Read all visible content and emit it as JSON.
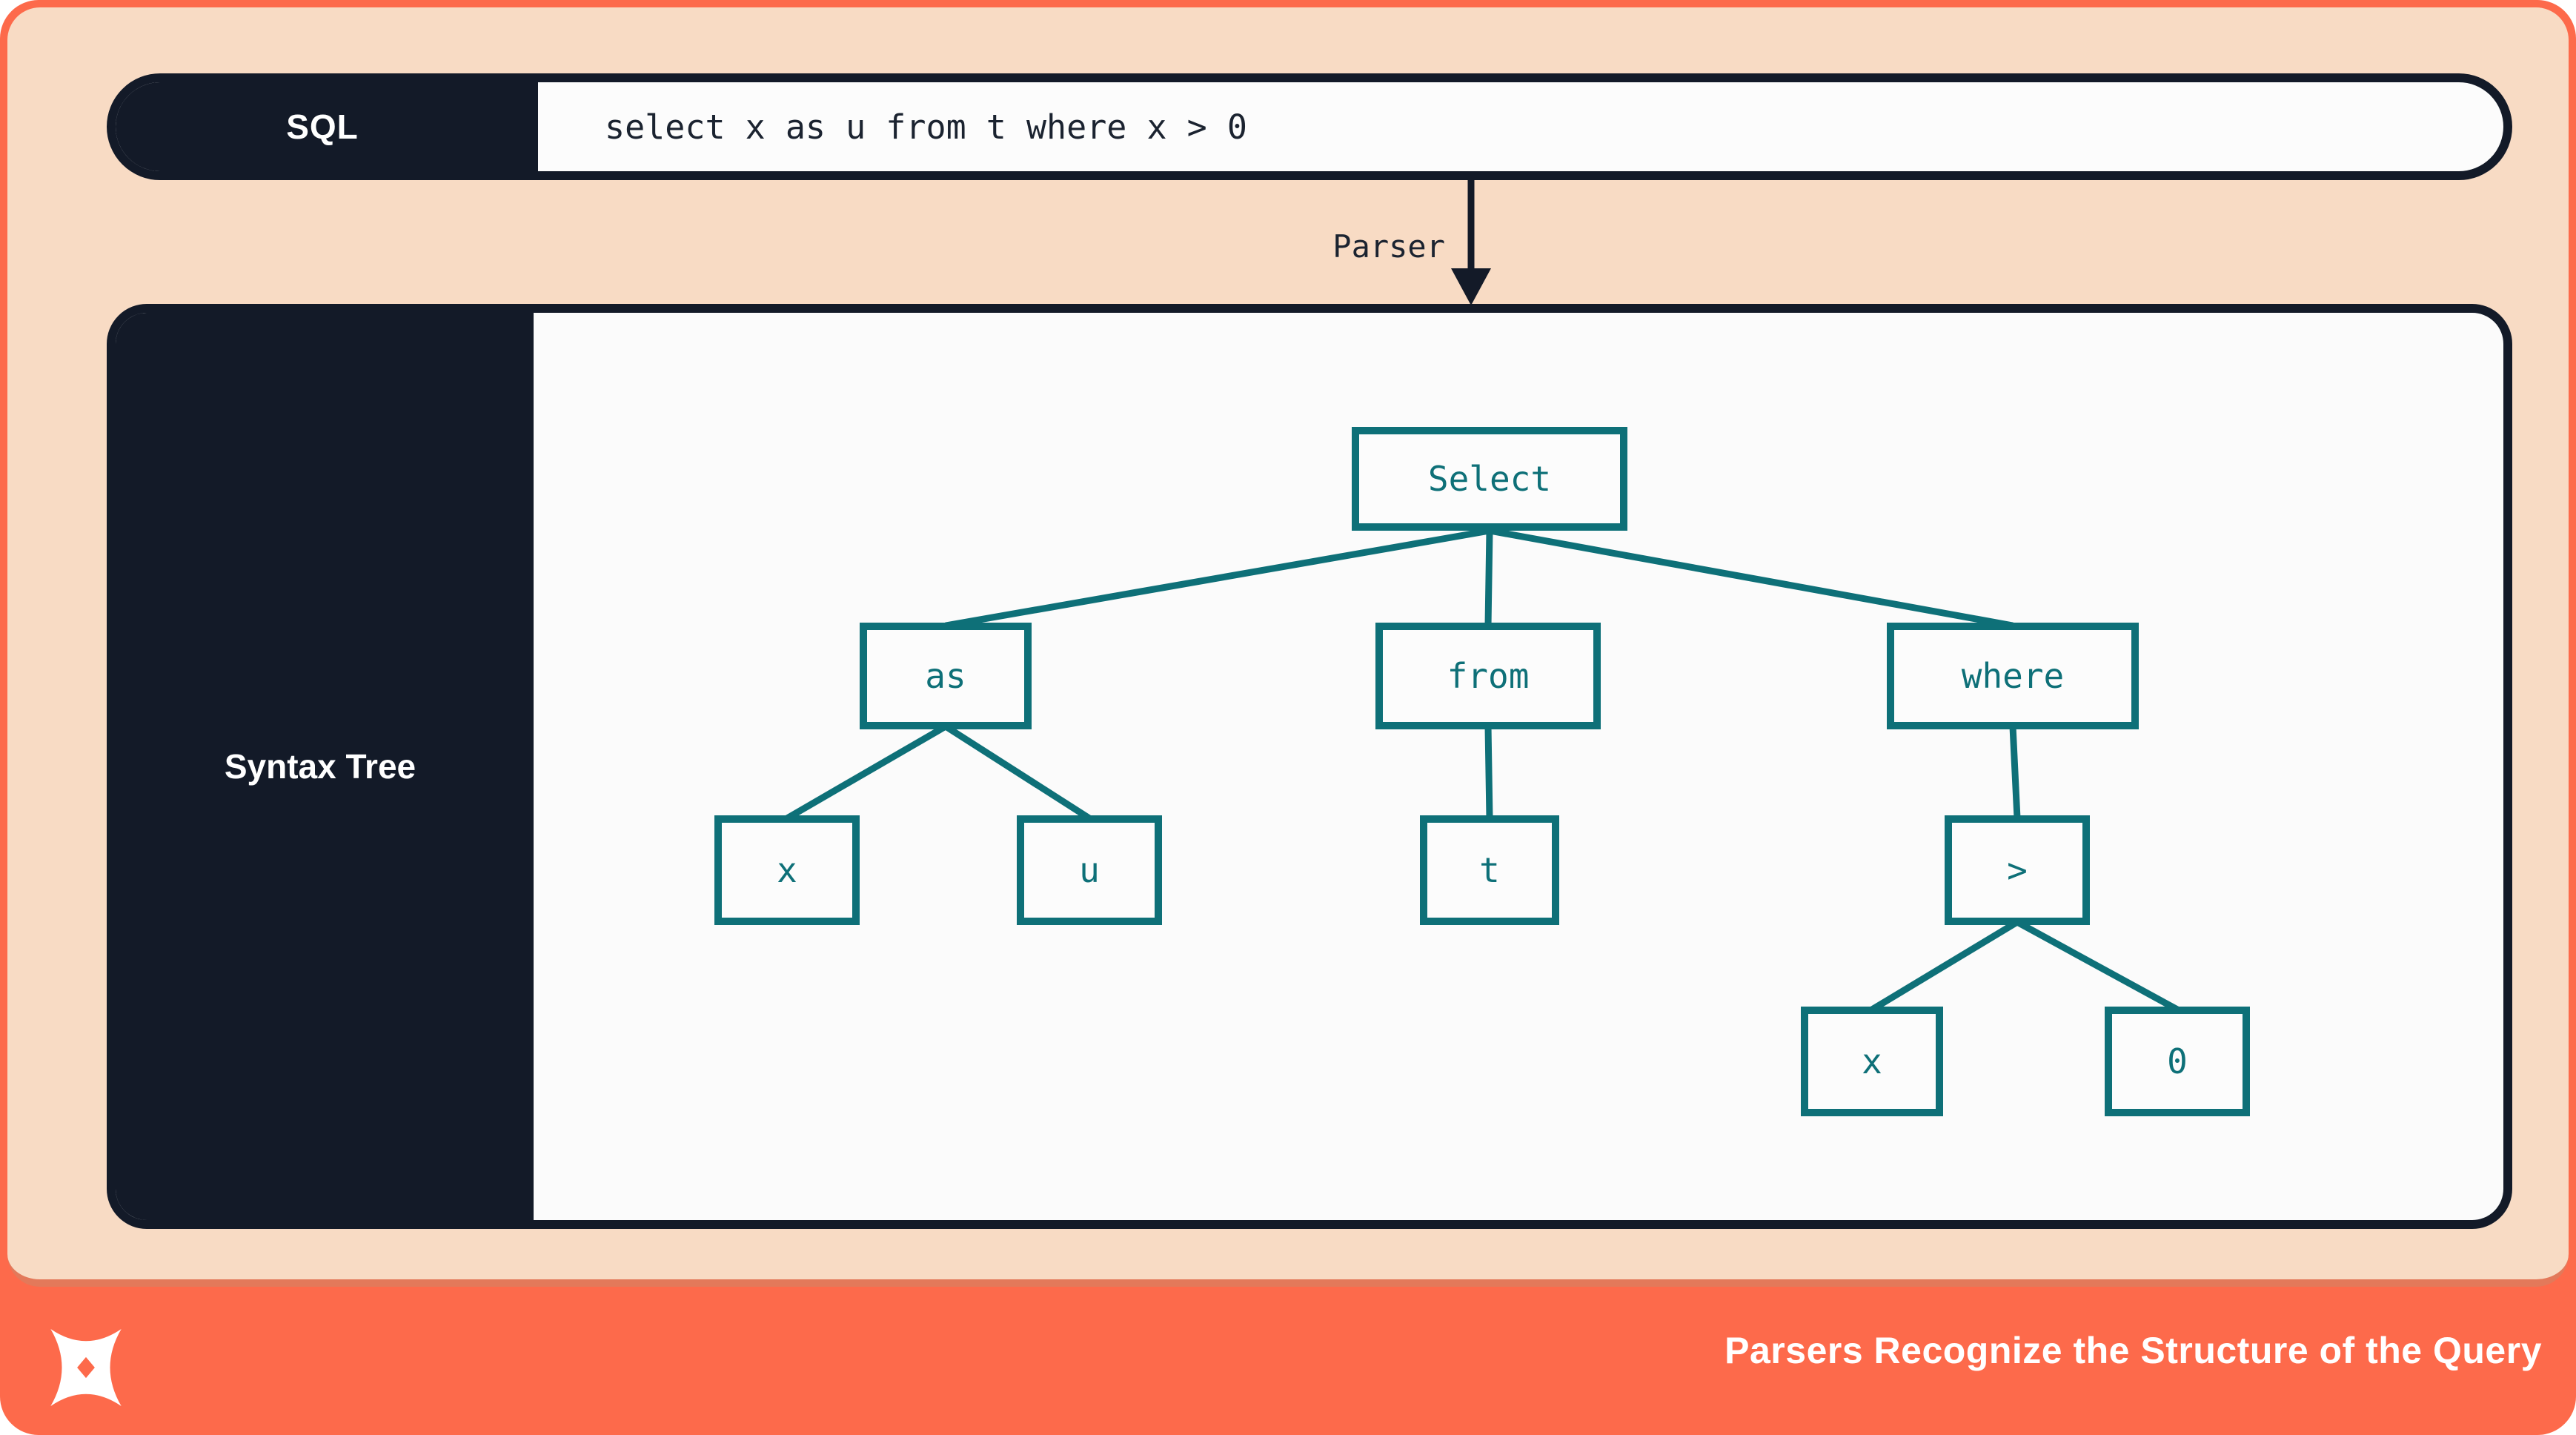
{
  "sql_bar": {
    "label": "SQL",
    "query": "select x as u from t where x > 0"
  },
  "parser_arrow": {
    "label": "Parser"
  },
  "syntax_tree_panel": {
    "label": "Syntax Tree",
    "nodes": [
      {
        "id": "select",
        "label": "Select"
      },
      {
        "id": "as",
        "label": "as"
      },
      {
        "id": "from",
        "label": "from"
      },
      {
        "id": "where",
        "label": "where"
      },
      {
        "id": "x-alias-source",
        "label": "x"
      },
      {
        "id": "u-alias-target",
        "label": "u"
      },
      {
        "id": "t-table",
        "label": "t"
      },
      {
        "id": "gt-operator",
        "label": ">"
      },
      {
        "id": "x-operand",
        "label": "x"
      },
      {
        "id": "zero-operand",
        "label": "0"
      }
    ],
    "edges": [
      {
        "from": "select",
        "to": "as"
      },
      {
        "from": "select",
        "to": "from"
      },
      {
        "from": "select",
        "to": "where"
      },
      {
        "from": "as",
        "to": "x-alias-source"
      },
      {
        "from": "as",
        "to": "u-alias-target"
      },
      {
        "from": "from",
        "to": "t-table"
      },
      {
        "from": "where",
        "to": "gt-operator"
      },
      {
        "from": "gt-operator",
        "to": "x-operand"
      },
      {
        "from": "gt-operator",
        "to": "zero-operand"
      }
    ]
  },
  "footer": {
    "caption": "Parsers Recognize the Structure of the Query",
    "logo": "pinwheel-star-icon"
  },
  "colors": {
    "frame_orange": "#fd6a4b",
    "frame_edge": "#e3795a",
    "peach_background": "#f8dbc4",
    "ink_navy": "#131a28",
    "node_teal": "#0e7078",
    "panel_white": "#fbfbfb"
  }
}
